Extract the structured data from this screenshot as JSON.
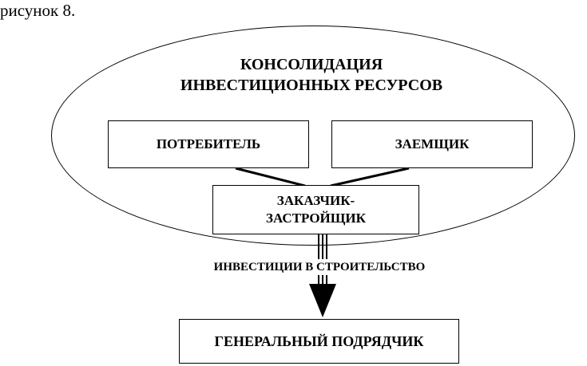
{
  "caption": "рисунок 8.",
  "diagram": {
    "title_line1": "КОНСОЛИДАЦИЯ",
    "title_line2": "ИНВЕСТИЦИОННЫХ РЕСУРСОВ",
    "consumer": "ПОТРЕБИТЕЛЬ",
    "borrower": "ЗАЕМЩИК",
    "developer_line1": "ЗАКАЗЧИК-",
    "developer_line2": "ЗАСТРОЙЩИК",
    "arrow_label": "ИНВЕСТИЦИИ В СТРОИТЕЛЬСТВО",
    "contractor": "ГЕНЕРАЛЬНЫЙ ПОДРЯДЧИК"
  }
}
